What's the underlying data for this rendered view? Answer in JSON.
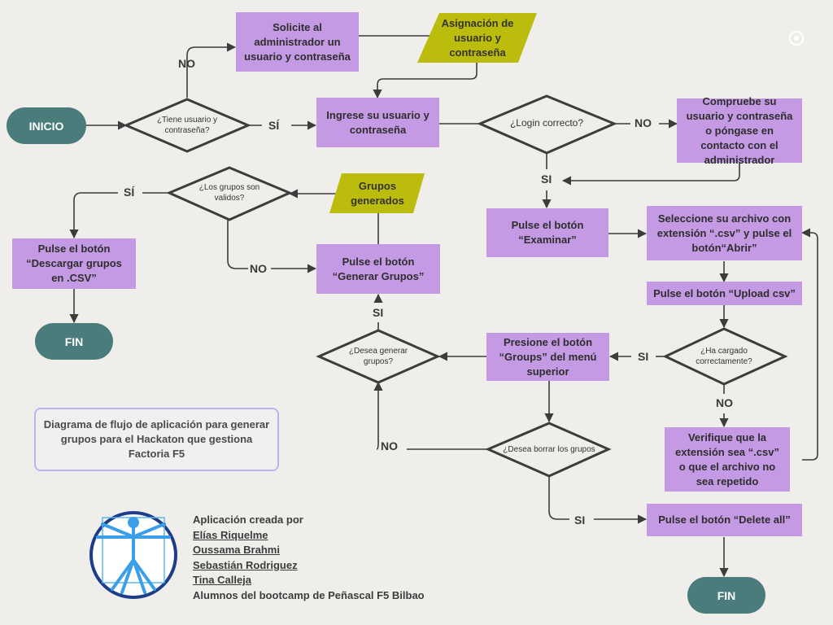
{
  "nodes": {
    "inicio": "INICIO",
    "fin_left": "FIN",
    "fin_right": "FIN",
    "solicite": "Solicite al administrador un usuario y contraseña",
    "asignacion": "Asignación de usuario y contraseña",
    "tiene_usuario": "¿Tiene usuario y contraseña?",
    "ingrese": "Ingrese su usuario y contraseña",
    "login": "¿Login correcto?",
    "compruebe": "Compruebe su usuario y contraseña o póngase en contacto con el administrador",
    "examinar": "Pulse el botón “Examinar”",
    "seleccione": "Seleccione su archivo con extensión “.csv” y pulse el botón“Abrir”",
    "upload": "Pulse el botón “Upload csv”",
    "ha_cargado": "¿Ha cargado correctamente?",
    "verifique": "Verifique que la extensión sea “.csv” o que el archivo no sea repetido",
    "presione": "Presione el botón “Groups” del menú superior",
    "desea_borrar": "¿Desea borrar los grupos",
    "delete_all": "Pulse el botón “Delete all”",
    "desea_generar": "¿Desea generar grupos?",
    "generar": "Pulse el botón “Generar Grupos”",
    "grupos_generados": "Grupos generados",
    "validos": "¿Los grupos son validos?",
    "descargar": "Pulse el botón “Descargar grupos en .CSV”"
  },
  "labels": {
    "no_tiene": "NO",
    "si_tiene": "SÍ",
    "no_login": "NO",
    "si_login": "SI",
    "si_cargado": "SI",
    "no_cargado": "NO",
    "no_borrar": "NO",
    "si_borrar": "SI",
    "si_generar": "SI",
    "si_validos": "SÍ",
    "no_validos": "NO"
  },
  "note": "Diagrama de flujo de aplicación para generar grupos para el Hackaton que gestiona Factoria F5",
  "credits": {
    "intro": "Aplicación creada por",
    "authors": [
      "Elías Riquelme",
      "Oussama Brahmi",
      "Sebastián Rodriguez",
      "Tina Calleja"
    ],
    "outro": "Alumnos del bootcamp de Peñascal F5 Bilbao"
  },
  "colors": {
    "background": "#efeeeb",
    "process": "#c39ae3",
    "terminal": "#4a7c7c",
    "data": "#bcbc0c",
    "line": "#3c3c3c"
  },
  "icons": {
    "logo": "vitruvian-man-logo",
    "corner": "faded-circle-icon"
  }
}
